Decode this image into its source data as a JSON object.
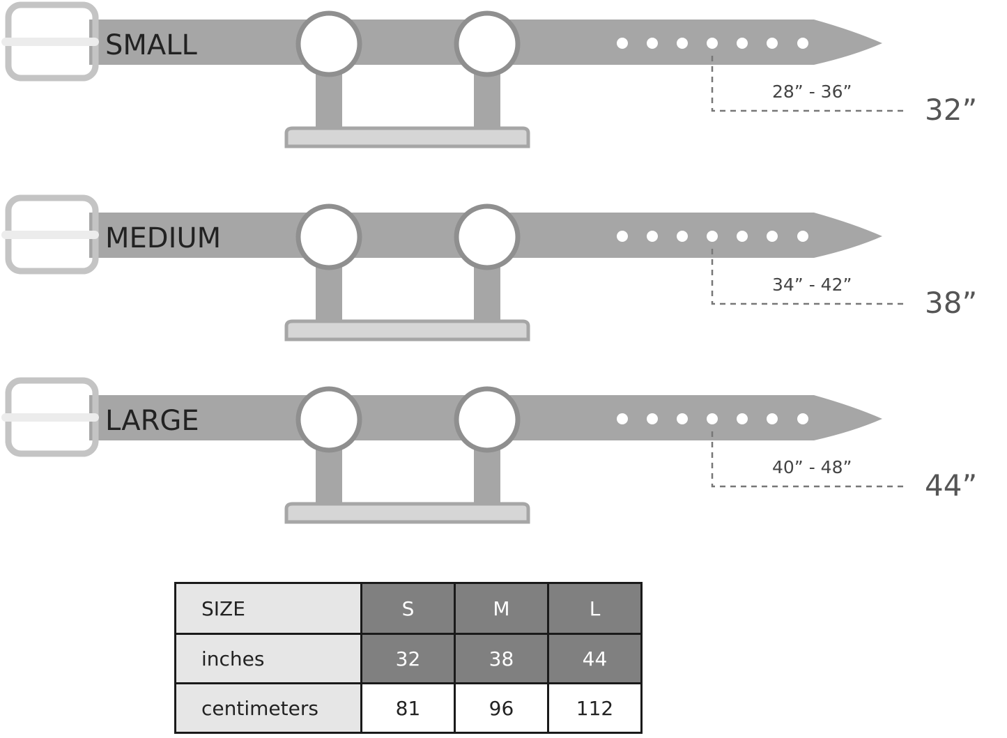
{
  "belts": [
    {
      "label": "SMALL",
      "range": "28” - 36”",
      "size": "32”"
    },
    {
      "label": "MEDIUM",
      "range": "34” - 42”",
      "size": "38”"
    },
    {
      "label": "LARGE",
      "range": "40” - 48”",
      "size": "44”"
    }
  ],
  "table": {
    "header": {
      "label": "SIZE",
      "values": [
        "S",
        "M",
        "L"
      ]
    },
    "rows": [
      {
        "label": "inches",
        "values": [
          "32",
          "38",
          "44"
        ]
      },
      {
        "label": "centimeters",
        "values": [
          "81",
          "96",
          "112"
        ]
      }
    ]
  },
  "colors": {
    "strap": "#a6a6a6",
    "stand": "#a6a6a6",
    "base": "#d6d6d6",
    "buckle": "#c4c4c4",
    "hole": "#ffffff",
    "dimension_line": "#777777"
  }
}
